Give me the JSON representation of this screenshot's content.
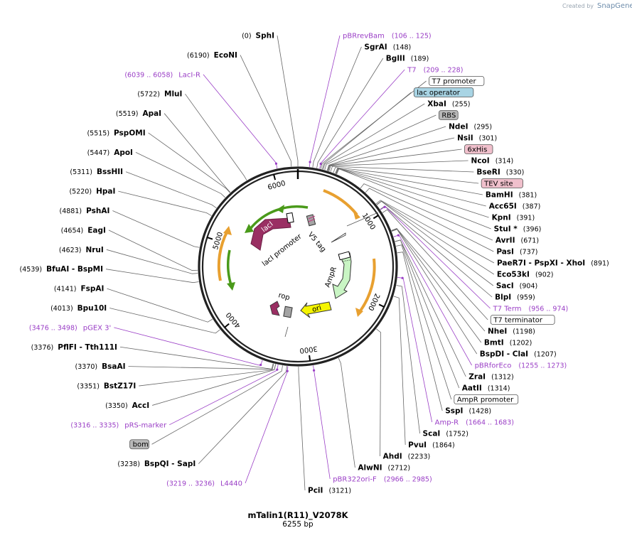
{
  "credit": {
    "created_by": "Created by",
    "brand": "SnapGene"
  },
  "plasmid": {
    "name": "mTalin1(R11)_V2078K",
    "length_label": "6255 bp",
    "length": 6255
  },
  "ring_ticks": [
    {
      "pos": 1000,
      "label": "1000"
    },
    {
      "pos": 2000,
      "label": "2000"
    },
    {
      "pos": 3000,
      "label": "3000"
    },
    {
      "pos": 4000,
      "label": "4000"
    },
    {
      "pos": 5000,
      "label": "5000"
    },
    {
      "pos": 6000,
      "label": "6000"
    }
  ],
  "colors": {
    "purple": "#9a3ec6",
    "lacI": "#9a2f63",
    "green_feature": "#4a9a1a",
    "orange_feature": "#e8a030",
    "ampR_fill": "#c9f5c4",
    "ori_fill": "#f5f500",
    "rop_fill": "#9a2f63"
  },
  "right_labels": [
    {
      "id": "pbrrevbam",
      "type": "primer",
      "name": "pBRrevBam",
      "num": "(106 .. 125)",
      "pos": 115
    },
    {
      "id": "sgrai",
      "type": "enzyme",
      "name": "SgrAI",
      "num": "(148)",
      "pos": 148
    },
    {
      "id": "bglii",
      "type": "enzyme",
      "name": "BglII",
      "num": "(189)",
      "pos": 189
    },
    {
      "id": "t7",
      "type": "primer",
      "name": "T7",
      "num": "(209 .. 228)",
      "pos": 218
    },
    {
      "id": "t7promoter",
      "type": "box",
      "name": "T7 promoter",
      "num": "",
      "pos": 230,
      "fill": "#ffffff"
    },
    {
      "id": "lacop",
      "type": "box",
      "name": "lac operator",
      "num": "",
      "pos": 245,
      "fill": "#a8d4e4"
    },
    {
      "id": "xbai",
      "type": "enzyme",
      "name": "XbaI",
      "num": "(255)",
      "pos": 255
    },
    {
      "id": "rbs",
      "type": "box",
      "name": "RBS",
      "num": "",
      "pos": 270,
      "fill": "#b8b8b8"
    },
    {
      "id": "ndei",
      "type": "enzyme",
      "name": "NdeI",
      "num": "(295)",
      "pos": 295
    },
    {
      "id": "nsii",
      "type": "enzyme",
      "name": "NsiI",
      "num": "(301)",
      "pos": 301
    },
    {
      "id": "6xhis",
      "type": "box",
      "name": "6xHis",
      "num": "",
      "pos": 306,
      "fill": "#f0c0cc"
    },
    {
      "id": "ncoi",
      "type": "enzyme",
      "name": "NcoI",
      "num": "(314)",
      "pos": 314
    },
    {
      "id": "bseri",
      "type": "enzyme",
      "name": "BseRI",
      "num": "(330)",
      "pos": 330
    },
    {
      "id": "tevsite",
      "type": "box",
      "name": "TEV site",
      "num": "",
      "pos": 360,
      "fill": "#f0c0cc"
    },
    {
      "id": "bamhi",
      "type": "enzyme",
      "name": "BamHI",
      "num": "(381)",
      "pos": 381
    },
    {
      "id": "acc65i",
      "type": "enzyme",
      "name": "Acc65I",
      "num": "(387)",
      "pos": 387
    },
    {
      "id": "kpni",
      "type": "enzyme",
      "name": "KpnI",
      "num": "(391)",
      "pos": 391
    },
    {
      "id": "stui",
      "type": "enzyme",
      "name": "StuI *",
      "num": "(396)",
      "pos": 396
    },
    {
      "id": "avrii",
      "type": "enzyme",
      "name": "AvrII",
      "num": "(671)",
      "pos": 671
    },
    {
      "id": "pasi",
      "type": "enzyme",
      "name": "PasI",
      "num": "(737)",
      "pos": 737
    },
    {
      "id": "paer7i",
      "type": "enzyme",
      "name": "PaeR7I  - PspXI  - XhoI",
      "num": "(891)",
      "pos": 891
    },
    {
      "id": "eco53ki",
      "type": "enzyme",
      "name": "Eco53kI",
      "num": "(902)",
      "pos": 902
    },
    {
      "id": "saci",
      "type": "enzyme",
      "name": "SacI",
      "num": "(904)",
      "pos": 904
    },
    {
      "id": "blpi",
      "type": "enzyme",
      "name": "BlpI",
      "num": "(959)",
      "pos": 959
    },
    {
      "id": "t7term",
      "type": "primer",
      "name": "T7 Term",
      "num": "(956 .. 974)",
      "pos": 965
    },
    {
      "id": "t7terminator",
      "type": "box",
      "name": "T7 terminator",
      "num": "",
      "pos": 1000,
      "fill": "#ffffff"
    },
    {
      "id": "nhei",
      "type": "enzyme",
      "name": "NheI",
      "num": "(1198)",
      "pos": 1198
    },
    {
      "id": "bmti",
      "type": "enzyme",
      "name": "BmtI",
      "num": "(1202)",
      "pos": 1202
    },
    {
      "id": "bspdi",
      "type": "enzyme",
      "name": "BspDI  - ClaI",
      "num": "(1207)",
      "pos": 1207
    },
    {
      "id": "pbrforeco",
      "type": "primer",
      "name": "pBRforEco",
      "num": "(1255 .. 1273)",
      "pos": 1264
    },
    {
      "id": "zrai",
      "type": "enzyme",
      "name": "ZraI",
      "num": "(1312)",
      "pos": 1312
    },
    {
      "id": "aatii",
      "type": "enzyme",
      "name": "AatII",
      "num": "(1314)",
      "pos": 1314
    },
    {
      "id": "amppromoter",
      "type": "box",
      "name": "AmpR promoter",
      "num": "",
      "pos": 1360,
      "fill": "#ffffff"
    },
    {
      "id": "sspi",
      "type": "enzyme",
      "name": "SspI",
      "num": "(1428)",
      "pos": 1428
    },
    {
      "id": "ampr",
      "type": "primer",
      "name": "Amp-R",
      "num": "(1664 .. 1683)",
      "pos": 1673
    },
    {
      "id": "scai",
      "type": "enzyme",
      "name": "ScaI",
      "num": "(1752)",
      "pos": 1752
    },
    {
      "id": "pvui",
      "type": "enzyme",
      "name": "PvuI",
      "num": "(1864)",
      "pos": 1864
    },
    {
      "id": "ahdi",
      "type": "enzyme",
      "name": "AhdI",
      "num": "(2233)",
      "pos": 2233
    },
    {
      "id": "alwni",
      "type": "enzyme",
      "name": "AlwNI",
      "num": "(2712)",
      "pos": 2712
    },
    {
      "id": "pbr322ori",
      "type": "primer",
      "name": "pBR322ori-F",
      "num": "(2966 .. 2985)",
      "pos": 2975
    },
    {
      "id": "pcii",
      "type": "enzyme",
      "name": "PciI",
      "num": "(3121)",
      "pos": 3121
    }
  ],
  "left_labels": [
    {
      "id": "sphi",
      "type": "enzyme",
      "name": "SphI",
      "num": "(0)",
      "pos": 0
    },
    {
      "id": "econi",
      "type": "enzyme",
      "name": "EcoNI",
      "num": "(6190)",
      "pos": 6190
    },
    {
      "id": "laci-r",
      "type": "primer",
      "name": "LacI-R",
      "num": "(6039 .. 6058)",
      "pos": 6048
    },
    {
      "id": "mlui",
      "type": "enzyme",
      "name": "MluI",
      "num": "(5722)",
      "pos": 5722
    },
    {
      "id": "apai",
      "type": "enzyme",
      "name": "ApaI",
      "num": "(5519)",
      "pos": 5519
    },
    {
      "id": "pspomi",
      "type": "enzyme",
      "name": "PspOMI",
      "num": "(5515)",
      "pos": 5515
    },
    {
      "id": "apoi",
      "type": "enzyme",
      "name": "ApoI",
      "num": "(5447)",
      "pos": 5447
    },
    {
      "id": "bsshii",
      "type": "enzyme",
      "name": "BssHII",
      "num": "(5311)",
      "pos": 5311
    },
    {
      "id": "hpai",
      "type": "enzyme",
      "name": "HpaI",
      "num": "(5220)",
      "pos": 5220
    },
    {
      "id": "pshai",
      "type": "enzyme",
      "name": "PshAI",
      "num": "(4881)",
      "pos": 4881
    },
    {
      "id": "eagi",
      "type": "enzyme",
      "name": "EagI",
      "num": "(4654)",
      "pos": 4654
    },
    {
      "id": "nrui",
      "type": "enzyme",
      "name": "NruI",
      "num": "(4623)",
      "pos": 4623
    },
    {
      "id": "bfuai",
      "type": "enzyme",
      "name": "BfuAI  - BspMI",
      "num": "(4539)",
      "pos": 4539
    },
    {
      "id": "fspai",
      "type": "enzyme",
      "name": "FspAI",
      "num": "(4141)",
      "pos": 4141
    },
    {
      "id": "bpu10i",
      "type": "enzyme",
      "name": "Bpu10I",
      "num": "(4013)",
      "pos": 4013
    },
    {
      "id": "pgex3",
      "type": "primer",
      "name": "pGEX 3'",
      "num": "(3476 .. 3498)",
      "pos": 3487
    },
    {
      "id": "pflfi",
      "type": "enzyme",
      "name": "PflFI  - Tth111I",
      "num": "(3376)",
      "pos": 3376
    },
    {
      "id": "bsaai",
      "type": "enzyme",
      "name": "BsaAI",
      "num": "(3370)",
      "pos": 3370
    },
    {
      "id": "bstz17i",
      "type": "enzyme",
      "name": "BstZ17I",
      "num": "(3351)",
      "pos": 3351
    },
    {
      "id": "acci",
      "type": "enzyme",
      "name": "AccI",
      "num": "(3350)",
      "pos": 3350
    },
    {
      "id": "prs-marker",
      "type": "primer",
      "name": "pRS-marker",
      "num": "(3316 .. 3335)",
      "pos": 3325
    },
    {
      "id": "bom",
      "type": "box",
      "name": "bom",
      "num": "",
      "pos": 3280,
      "fill": "#b8b8b8"
    },
    {
      "id": "bspqi",
      "type": "enzyme",
      "name": "BspQI  - SapI",
      "num": "(3238)",
      "pos": 3238
    },
    {
      "id": "l4440",
      "type": "primer",
      "name": "L4440",
      "num": "(3219 .. 3236)",
      "pos": 3227
    }
  ],
  "inner_features": {
    "lacI": "lacI",
    "lacI_promoter": "lacI promoter",
    "v5_tag": "V5 tag",
    "ampr": "AmpR",
    "ori": "ori",
    "rop": "rop"
  }
}
